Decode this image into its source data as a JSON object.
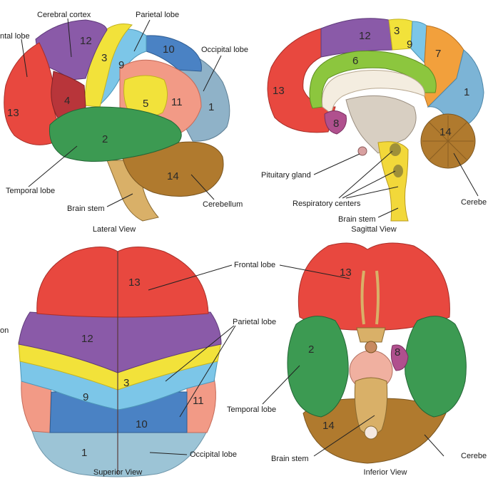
{
  "views": {
    "lateral": "Lateral View",
    "sagittal": "Sagittal View",
    "superior": "Superior View",
    "inferior": "Inferior View"
  },
  "labels": {
    "frontal_lobe_partial": "ntal lobe",
    "cerebral_cortex": "Cerebral cortex",
    "parietal_lobe": "Parietal lobe",
    "occipital_lobe": "Occipital lobe",
    "temporal_lobe": "Temporal lobe",
    "brain_stem": "Brain stem",
    "cerebellum": "Cerebellum",
    "pituitary_gland": "Pituitary gland",
    "respiratory_centers": "Respiratory centers",
    "cerebellum_partial": "Cerebe",
    "frontal_lobe": "Frontal lobe",
    "stray_on": "on"
  },
  "numbers": {
    "n1": "1",
    "n2": "2",
    "n3": "3",
    "n4": "4",
    "n5": "5",
    "n6": "6",
    "n7": "7",
    "n8": "8",
    "n9": "9",
    "n10": "10",
    "n11": "11",
    "n12": "12",
    "n13": "13",
    "n14": "14"
  },
  "colors": {
    "frontal_red": "#e8483f",
    "purple": "#8a5aa8",
    "yellow": "#f2e23a",
    "light_blue": "#7cc6e8",
    "blue": "#4a82c4",
    "salmon": "#f29a86",
    "green": "#3c9a52",
    "cerebellum_brown": "#b07a2e",
    "occipital_gray_blue": "#8fb2c8",
    "orange": "#f2a03c",
    "lime": "#8cc63e",
    "magenta": "#b0508e",
    "brainstem_tan": "#d9b068",
    "dark_red": "#b8353a"
  }
}
